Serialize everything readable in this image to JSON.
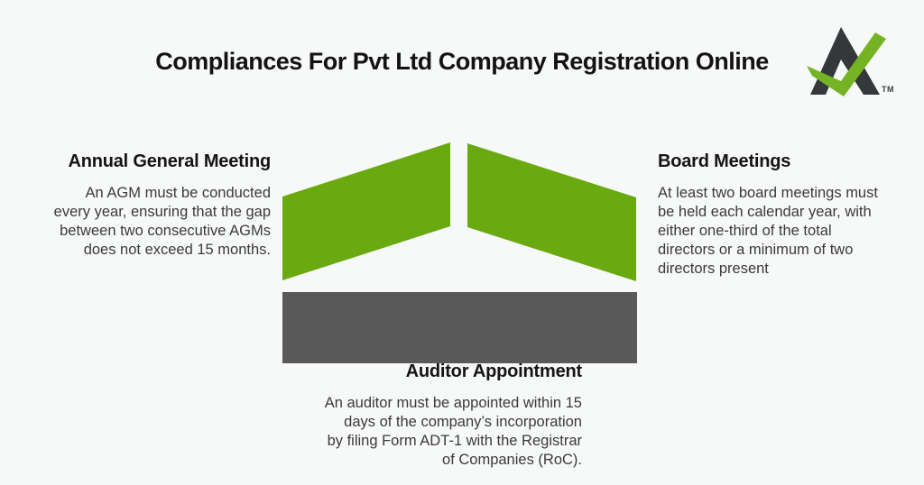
{
  "title": "Compliances For Pvt Ltd Company Registration Online",
  "logo": {
    "trademark": "TM"
  },
  "colors": {
    "background": "#f7f8f8",
    "green": "#69aa11",
    "gray": "#595959",
    "logo_dark": "#35373a",
    "logo_green": "#74b424"
  },
  "sections": {
    "left": {
      "heading": "Annual General Meeting",
      "body": "An AGM must be conducted\nevery year, ensuring that the gap\nbetween two consecutive AGMs\ndoes not exceed 15 months."
    },
    "right": {
      "heading": "Board Meetings",
      "body": "At least two board meetings must\nbe held each calendar year, with\neither one-third of the total\ndirectors or a minimum of two\ndirectors present"
    },
    "bottom": {
      "heading": "Auditor Appointment",
      "body": "An auditor must be appointed within 15\ndays of the company’s incorporation\nby filing Form ADT-1 with the Registrar\nof Companies (RoC)."
    }
  }
}
